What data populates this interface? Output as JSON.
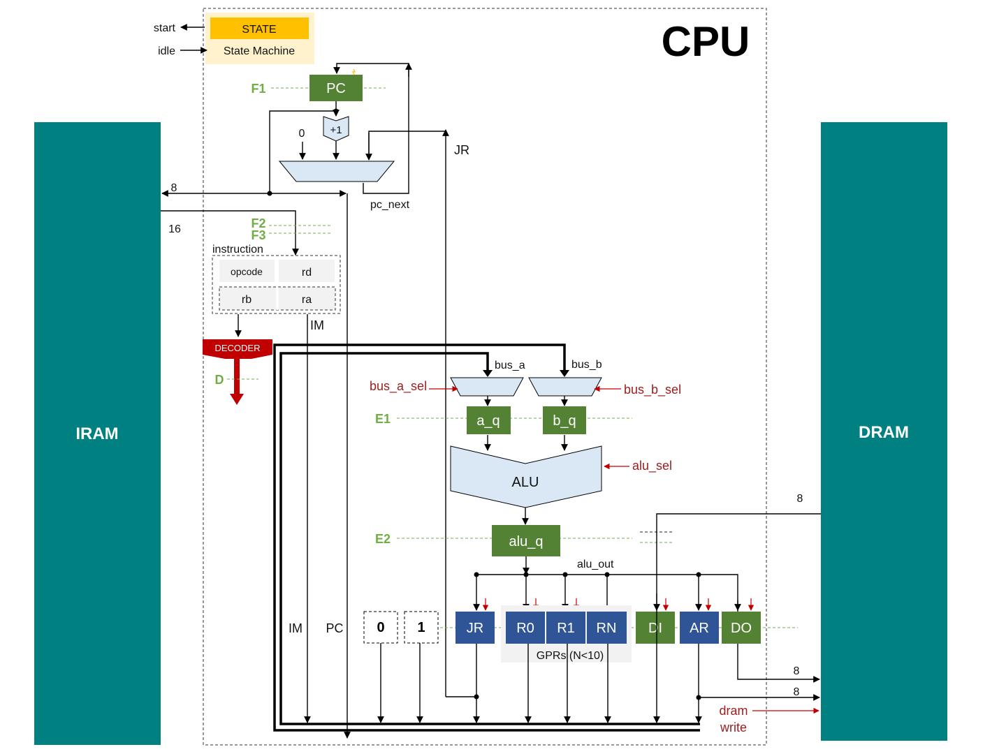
{
  "title": "CPU",
  "memory": {
    "iram": "IRAM",
    "dram": "DRAM"
  },
  "state_block": {
    "state": "STATE",
    "machine": "State Machine",
    "start": "start",
    "idle": "idle"
  },
  "fetch": {
    "pc": "PC",
    "inc": "+1",
    "zero_in": "0",
    "jr": "JR",
    "pc_next": "pc_next",
    "iram_addr_width": "8",
    "iram_data_width": "16"
  },
  "stages": {
    "f1": "F1",
    "f2": "F2",
    "f3": "F3",
    "d": "D",
    "e1": "E1",
    "e2": "E2"
  },
  "instruction": {
    "label": "instruction",
    "opcode": "opcode",
    "rd": "rd",
    "rb": "rb",
    "ra": "ra",
    "im": "IM"
  },
  "decoder": "DECODER",
  "execute": {
    "bus_a": "bus_a",
    "bus_b": "bus_b",
    "bus_a_sel": "bus_a_sel",
    "bus_b_sel": "bus_b_sel",
    "a_q": "a_q",
    "b_q": "b_q",
    "alu": "ALU",
    "alu_sel": "alu_sel",
    "alu_q": "alu_q",
    "alu_out": "alu_out"
  },
  "sources": {
    "im": "IM",
    "pc": "PC",
    "const0": "0",
    "const1": "1"
  },
  "registers": {
    "jr": "JR",
    "r0": "R0",
    "r1": "R1",
    "rn": "RN",
    "di": "DI",
    "ar": "AR",
    "do": "DO",
    "gprs": "GPRs (N<10)"
  },
  "dram_io": {
    "in_width": "8",
    "out_width": "8",
    "addr_width": "8",
    "write1": "dram",
    "write2": "write"
  },
  "colors": {
    "teal": "#008080",
    "green": "#548235",
    "blue": "#2f5597",
    "red": "#c00000",
    "light_blue": "#dae8f5",
    "yellow": "#ffc000",
    "cream": "#fff2cc",
    "stage_green": "#70ad47",
    "ctrl_red": "#9c1c1c"
  }
}
